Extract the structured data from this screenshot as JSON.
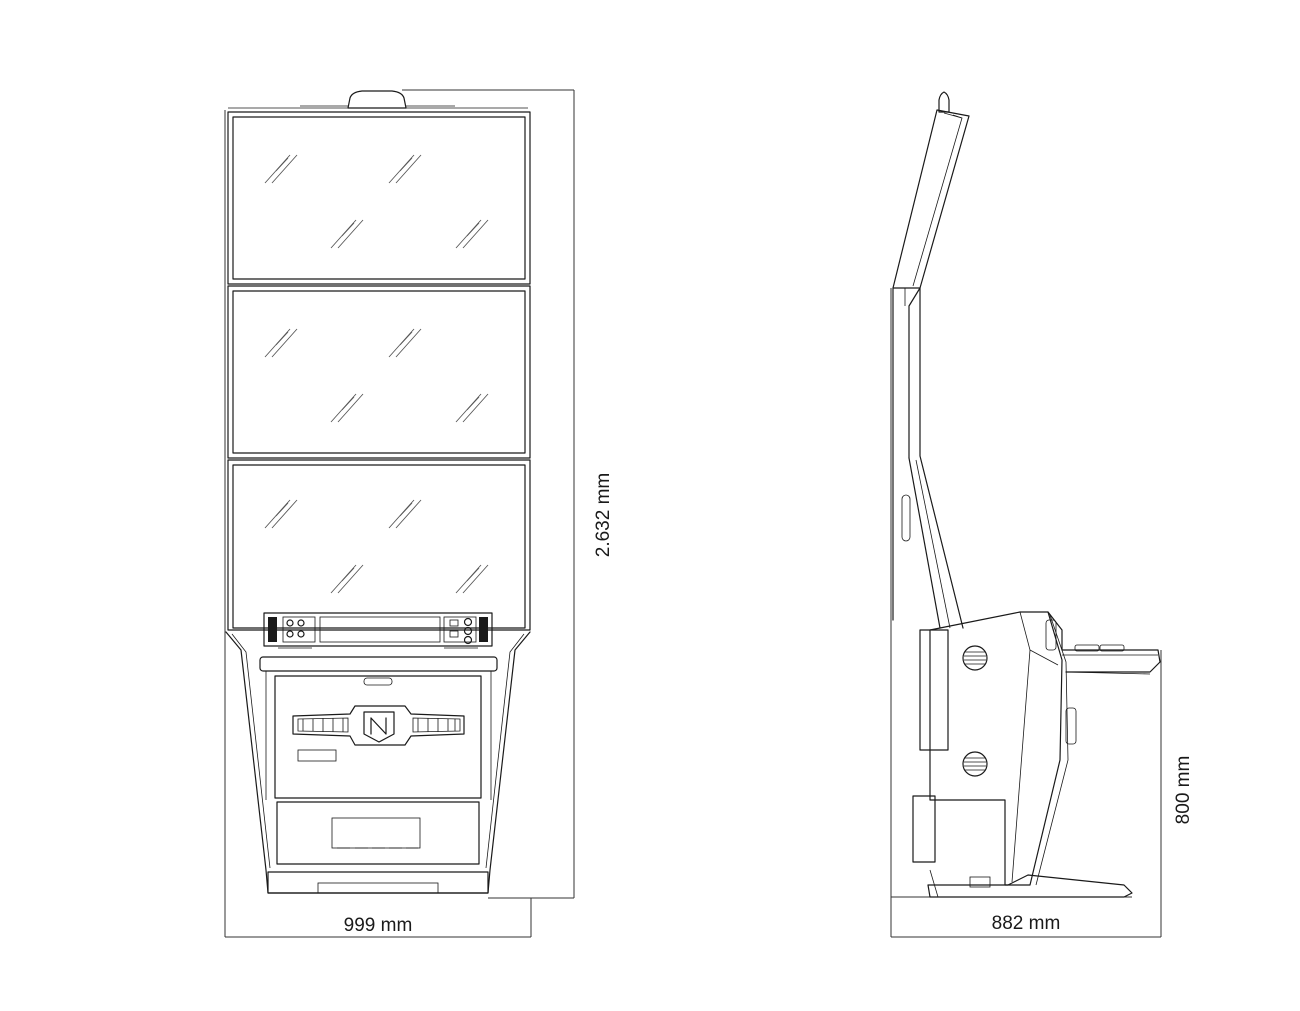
{
  "dimensions": {
    "front_width": "999 mm",
    "total_height": "2.632 mm",
    "side_depth": "882 mm",
    "seat_height": "800 mm"
  },
  "colors": {
    "line": "#1a1a1a",
    "background": "#ffffff"
  },
  "icons": {
    "logo": "n-emblem-icon",
    "speaker": "speaker-grille-icon"
  }
}
